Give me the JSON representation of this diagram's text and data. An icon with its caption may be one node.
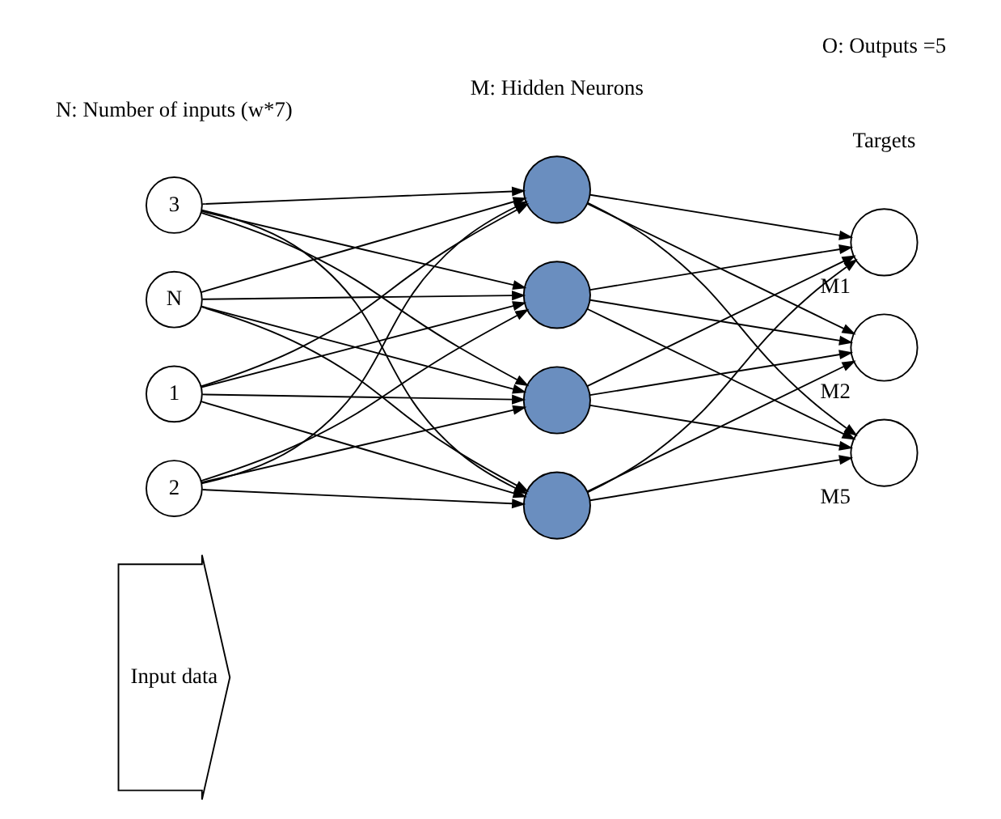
{
  "diagram": {
    "nodes": [
      {
        "text": [
          "Input data"
        ]
      },
      {
        "text": [
          "1"
        ]
      },
      {
        "text": [
          "2"
        ]
      },
      {
        "text": [
          "3"
        ]
      },
      {
        "text": [
          "N"
        ]
      },
      {
        "text": [],
        "shape": "circle"
      },
      {
        "text": [],
        "shape": "circle"
      },
      {
        "text": [],
        "shape": "circle"
      },
      {
        "text": [],
        "shape": "circle"
      },
      {
        "text": [],
        "shape": "circle",
        "beside": [
          "M1"
        ]
      },
      {
        "text": [],
        "shape": "circle",
        "beside": [
          "M2"
        ]
      },
      {
        "text": [],
        "shape": "circle",
        "beside": [
          "M5"
        ]
      }
    ],
    "edges": [
      {
        "from": 1,
        "to": 5,
        "arrow": "to"
      },
      {
        "from": 1,
        "to": 6,
        "arrow": "to"
      },
      {
        "from": 1,
        "to": 7,
        "arrow": "to"
      },
      {
        "from": 1,
        "to": 8,
        "arrow": "to"
      },
      {
        "from": 2,
        "to": 5,
        "arrow": "to"
      },
      {
        "from": 2,
        "to": 6,
        "arrow": "to"
      },
      {
        "from": 2,
        "to": 7,
        "arrow": "to"
      },
      {
        "from": 2,
        "to": 8,
        "arrow": "to"
      },
      {
        "from": 3,
        "to": 5,
        "arrow": "to"
      },
      {
        "from": 3,
        "to": 6,
        "arrow": "to"
      },
      {
        "from": 3,
        "to": 7,
        "arrow": "to"
      },
      {
        "from": 3,
        "to": 8,
        "arrow": "to"
      },
      {
        "from": 4,
        "to": 5,
        "arrow": "to"
      },
      {
        "from": 4,
        "to": 6,
        "arrow": "to"
      },
      {
        "from": 4,
        "to": 7,
        "arrow": "to"
      },
      {
        "from": 4,
        "to": 8,
        "arrow": "to"
      },
      {
        "from": 5,
        "to": 9,
        "arrow": "to"
      },
      {
        "from": 5,
        "to": 10,
        "arrow": "to"
      },
      {
        "from": 5,
        "to": 11,
        "arrow": "to"
      },
      {
        "from": 6,
        "to": 9,
        "arrow": "to"
      },
      {
        "from": 6,
        "to": 10,
        "arrow": "to"
      },
      {
        "from": 6,
        "to": 11,
        "arrow": "to"
      },
      {
        "from": 7,
        "to": 9,
        "arrow": "to"
      },
      {
        "from": 7,
        "to": 10,
        "arrow": "to"
      },
      {
        "from": 7,
        "to": 11,
        "arrow": "to"
      },
      {
        "from": 8,
        "to": 9,
        "arrow": "to"
      },
      {
        "from": 8,
        "to": 10,
        "arrow": "to"
      },
      {
        "from": 8,
        "to": 11,
        "arrow": "to"
      }
    ],
    "labels": [
      "Targets",
      "N: Number of inputs (w*7)",
      "M: Hidden Neurons",
      "O: Outputs =5"
    ]
  }
}
